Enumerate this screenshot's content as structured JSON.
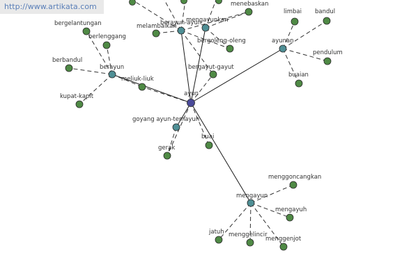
{
  "watermark": "http://www.artikata.com",
  "colors": {
    "root": "#4a4a9a",
    "hub": "#4f8f95",
    "leaf": "#4f8a45"
  },
  "graph": {
    "root": "ayun",
    "hubs": [
      "berayun",
      "ayunan",
      "mengayun",
      "berayun-ayun",
      "mengayunkan",
      "goyang ayun-temayun"
    ],
    "leaves": [
      "menebaskan",
      "melambaikan",
      "bergelantungan",
      "berlenggang",
      "berbandul",
      "kupat-kapit",
      "meliuk-liuk",
      "bergoleng-oleng",
      "bergayut-gayut",
      "limbai",
      "bandul",
      "pendulum",
      "buaian",
      "gerak",
      "buai",
      "menggoncangkan",
      "mengayuh",
      "jatuh",
      "menggelincir",
      "menggenjot"
    ]
  }
}
